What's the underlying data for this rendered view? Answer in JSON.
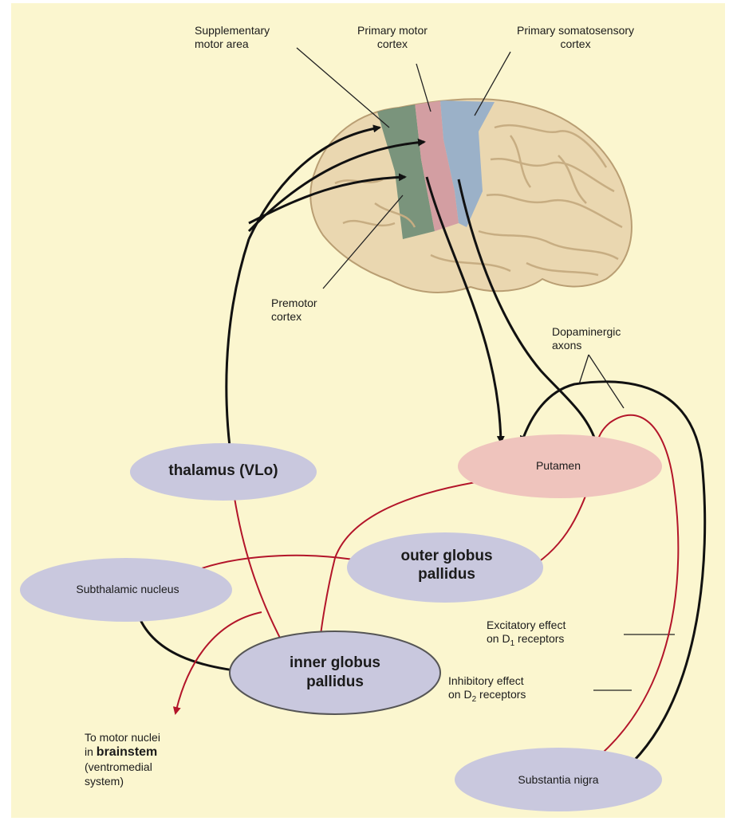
{
  "labels": {
    "supplementary_motor_area": [
      "Supplementary",
      "motor area"
    ],
    "primary_motor_cortex": [
      "Primary motor",
      "cortex"
    ],
    "primary_somatosensory_cortex": [
      "Primary somatosensory",
      "cortex"
    ],
    "premotor_cortex": [
      "Premotor",
      "cortex"
    ],
    "dopaminergic_axons": [
      "Dopaminergic",
      "axons"
    ],
    "excitatory_effect": {
      "line1": "Excitatory effect",
      "line2_prefix": "on D",
      "line2_sub": "1",
      "line2_suffix": " receptors"
    },
    "inhibitory_effect": {
      "line1": "Inhibitory effect",
      "line2_prefix": "on D",
      "line2_sub": "2",
      "line2_suffix": " receptors"
    },
    "motor_nuclei": {
      "line1": "To motor nuclei",
      "line2_prefix": "in ",
      "line2_bold": "brainstem",
      "line3": "(ventromedial",
      "line4": "system)"
    }
  },
  "nodes": {
    "thalamus": "thalamus (VLo)",
    "putamen": "Putamen",
    "outer_gp": [
      "outer globus",
      "pallidus"
    ],
    "subthalamic": "Subthalamic nucleus",
    "inner_gp": [
      "inner globus",
      "pallidus"
    ],
    "substantia_nigra": "Substantia nigra"
  },
  "colors": {
    "background": "#fbf6cf",
    "node_fill": "#c9c8de",
    "putamen_fill": "#efc4bd",
    "excitatory_arrow": "#111111",
    "inhibitory_arrow": "#b3152a",
    "brain": "#ead7b0",
    "premotor_area": "#6e8d77",
    "motor_area": "#d39ea2",
    "somatosensory_area": "#9bb1c8"
  }
}
